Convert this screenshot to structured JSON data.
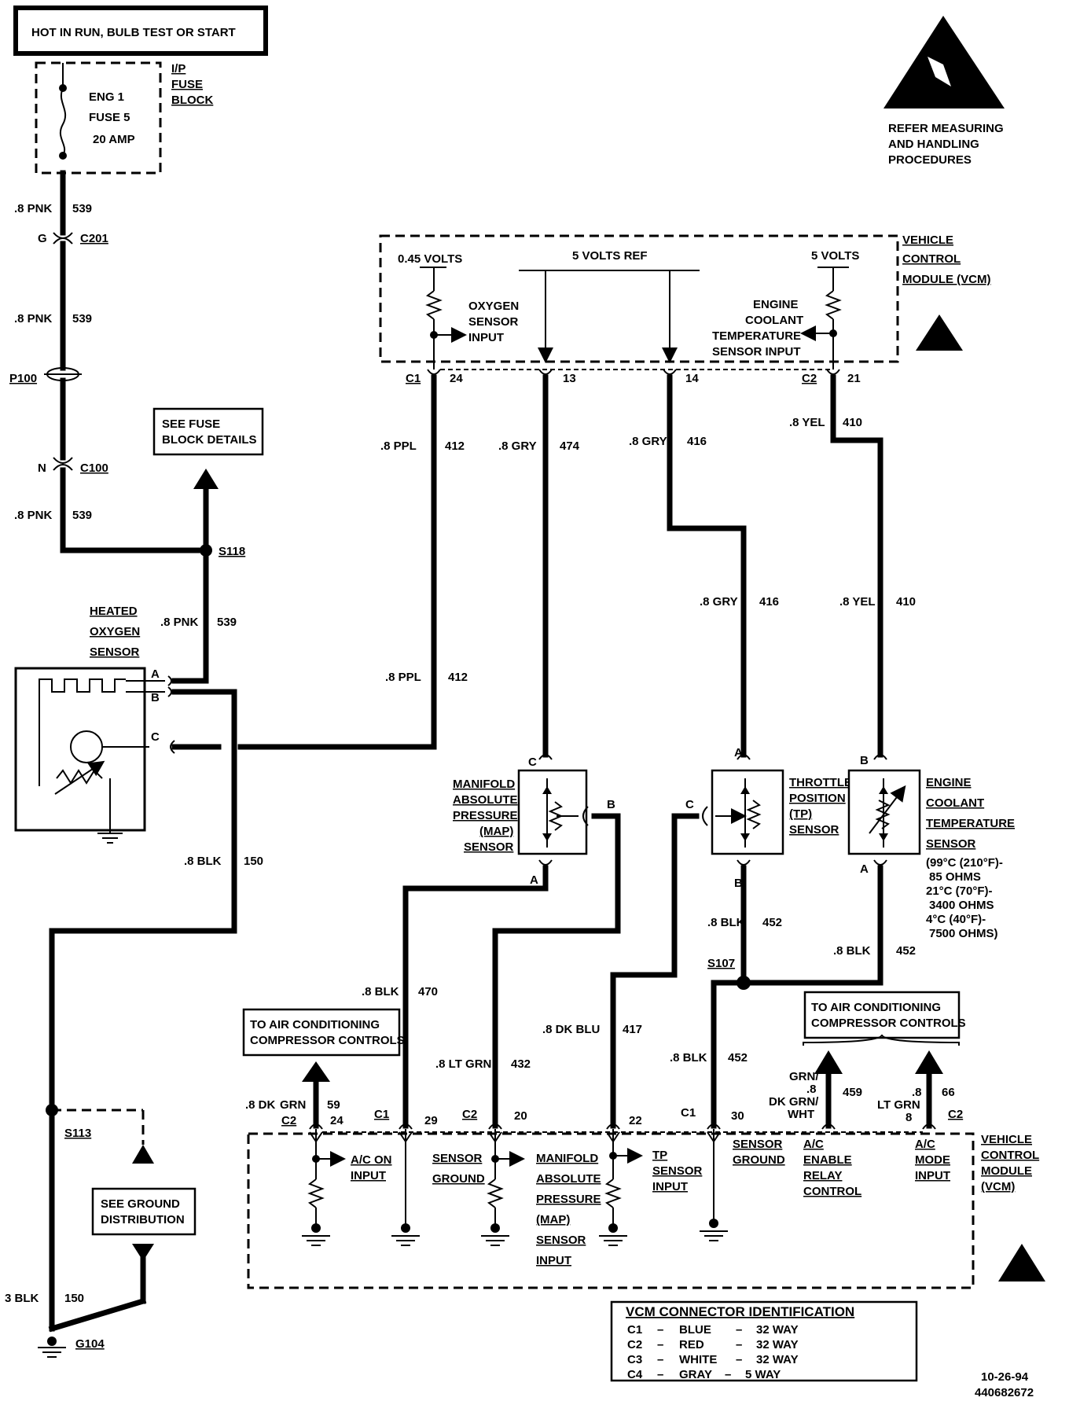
{
  "header": {
    "power_label": "HOT IN RUN, BULB TEST OR START",
    "fuse_block_label": [
      "I/P",
      "FUSE",
      "BLOCK"
    ],
    "fuse_name": [
      "ENG 1",
      "FUSE 5"
    ],
    "fuse_rating": "20 AMP",
    "esd_caption": [
      "REFER MEASURING",
      "AND HANDLING",
      "PROCEDURES"
    ]
  },
  "left_circuit": {
    "wire1": {
      "color": ".8 PNK",
      "circuit": "539"
    },
    "c201": {
      "pin": "G",
      "name": "C201"
    },
    "wire2": {
      "color": ".8 PNK",
      "circuit": "539"
    },
    "p100": "P100",
    "c100": {
      "pin": "N",
      "name": "C100"
    },
    "wire3": {
      "color": ".8 PNK",
      "circuit": "539"
    },
    "splice_s118": "S118",
    "fuse_details": [
      "SEE FUSE",
      "BLOCK DETAILS"
    ],
    "wire4": {
      "color": ".8 PNK",
      "circuit": "539"
    },
    "oxygen_sensor": [
      "HEATED",
      "OXYGEN",
      "SENSOR"
    ],
    "pins": [
      "A",
      "B",
      "C"
    ],
    "ground_wire": {
      "color": ".8 BLK",
      "circuit": "150"
    },
    "splice_s113": "S113",
    "ground_dist": [
      "SEE GROUND",
      "DISTRIBUTION"
    ],
    "ground_wire2": {
      "color": "3 BLK",
      "circuit": "150"
    },
    "ground_g104": "G104"
  },
  "vcm_top": {
    "label": [
      "VEHICLE",
      "CONTROL",
      "MODULE (VCM)"
    ],
    "v045": "0.45 VOLTS",
    "v5ref": "5 VOLTS REF",
    "v5": "5 VOLTS",
    "o2_input": [
      "OXYGEN",
      "SENSOR",
      "INPUT"
    ],
    "ect_input": [
      "ENGINE",
      "COOLANT",
      "TEMPERATURE",
      "SENSOR INPUT"
    ],
    "pins": [
      {
        "conn": "C1",
        "pin": "24"
      },
      {
        "conn": "",
        "pin": "13"
      },
      {
        "conn": "",
        "pin": "14"
      },
      {
        "conn": "C2",
        "pin": "21"
      }
    ]
  },
  "wires_top": [
    {
      "color": ".8 PPL",
      "circuit": "412"
    },
    {
      "color": ".8 GRY",
      "circuit": "474"
    },
    {
      "color": ".8 GRY",
      "circuit": "416"
    },
    {
      "color": ".8 YEL",
      "circuit": "410"
    }
  ],
  "wires_mid": [
    {
      "color": ".8 PPL",
      "circuit": "412"
    },
    {
      "color": ".8 GRY",
      "circuit": "416"
    },
    {
      "color": ".8 YEL",
      "circuit": "410"
    }
  ],
  "sensors": {
    "map": {
      "label": [
        "MANIFOLD",
        "ABSOLUTE",
        "PRESSURE",
        "(MAP)",
        "SENSOR"
      ],
      "pins": [
        "C",
        "B",
        "A"
      ]
    },
    "tp": {
      "label": [
        "THROTTLE",
        "POSITION",
        "(TP)",
        "SENSOR"
      ],
      "pins": [
        "A",
        "C",
        "B"
      ]
    },
    "ect": {
      "label": [
        "ENGINE",
        "COOLANT",
        "TEMPERATURE",
        "SENSOR"
      ],
      "pins": [
        "B",
        "A"
      ],
      "values": [
        "(99°C (210°F)-",
        "85 OHMS",
        "21°C (70°F)-",
        "3400 OHMS",
        "4°C (40°F)-",
        "7500 OHMS)"
      ]
    }
  },
  "wires_low": {
    "tp_b": {
      "color": ".8 BLK",
      "circuit": "452"
    },
    "ect_a": {
      "color": ".8 BLK",
      "circuit": "452"
    },
    "splice_s107": "S107",
    "map_a": {
      "color": ".8 BLK",
      "circuit": "470"
    },
    "map_b": {
      "color": ".8 LT GRN",
      "circuit": "432"
    },
    "tp_c": {
      "color": ".8 DK BLU",
      "circuit": "417"
    },
    "s107_down": {
      "color": ".8 BLK",
      "circuit": "452"
    }
  },
  "ac_left": [
    "TO AIR CONDITIONING",
    "COMPRESSOR CONTROLS"
  ],
  "ac_right": [
    "TO AIR CONDITIONING",
    "COMPRESSOR CONTROLS"
  ],
  "ac_wires": {
    "dkgrn": {
      "color": ".8 DK",
      "color2": "GRN",
      "circuit": "59"
    },
    "grnwht": {
      "color": [
        "GRN/",
        ".8",
        "DK GRN/",
        "WHT"
      ],
      "circuit": "459"
    },
    "ltgrn": {
      "color": [
        ".8",
        "LT GRN"
      ],
      "circuit": "66"
    }
  },
  "vcm_bottom": {
    "label": [
      "VEHICLE",
      "CONTROL",
      "MODULE",
      "(VCM)"
    ],
    "pins": [
      {
        "conn": "C2",
        "pin": "24"
      },
      {
        "conn": "C1",
        "pin": "29"
      },
      {
        "conn": "C2",
        "pin": "20"
      },
      {
        "conn": "",
        "pin": "22"
      },
      {
        "conn": "C1",
        "pin": "30"
      },
      {
        "conn": "",
        "pin": "8"
      },
      {
        "conn": "C2",
        "pin": ""
      }
    ],
    "inputs": {
      "ac_on": [
        "A/C ON",
        "INPUT"
      ],
      "sensor_ground1": [
        "SENSOR",
        "GROUND"
      ],
      "map_input": [
        "MANIFOLD",
        "ABSOLUTE",
        "PRESSURE",
        "(MAP)",
        "SENSOR",
        "INPUT"
      ],
      "tp_input": [
        "TP",
        "SENSOR",
        "INPUT"
      ],
      "sensor_ground2": [
        "SENSOR",
        "GROUND"
      ],
      "ac_relay": [
        "A/C",
        "ENABLE",
        "RELAY",
        "CONTROL"
      ],
      "ac_mode": [
        "A/C",
        "MODE",
        "INPUT"
      ]
    }
  },
  "connector_table": {
    "title": "VCM  CONNECTOR IDENTIFICATION",
    "rows": [
      [
        "C1",
        "BLUE",
        "32  WAY"
      ],
      [
        "C2",
        "RED",
        "32  WAY"
      ],
      [
        "C3",
        "WHITE",
        "32  WAY"
      ],
      [
        "C4",
        "GRAY",
        "5  WAY"
      ]
    ]
  },
  "footer": {
    "date": "10-26-94",
    "code": "440682672"
  }
}
